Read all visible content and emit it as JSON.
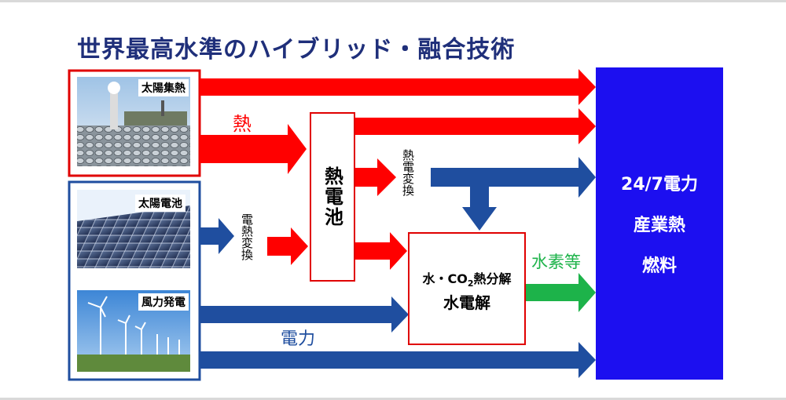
{
  "title": "世界最高水準のハイブリッド・融合技術",
  "sources": {
    "solar_thermal": "太陽集熱",
    "solar_pv": "太陽電池",
    "wind": "風力発電"
  },
  "flows": {
    "heat": "熱",
    "electricity": "電力",
    "hydrogen": "水素等",
    "thermo_electric": "熱電変換",
    "electro_thermal": "電熱変換"
  },
  "nodes": {
    "thermal_battery": "熱電池",
    "electrolysis_prefix": "水・CO",
    "electrolysis_sub": "2",
    "electrolysis_suffix": "熱分解",
    "electrolysis_title": "水電解"
  },
  "outputs": [
    "24/7電力",
    "産業熱",
    "燃料"
  ],
  "colors": {
    "heat": "#ff0000",
    "electric": "#1f4e9f",
    "hydrogen": "#1db34a",
    "output": "#1c0ff0",
    "title": "#1f2f7a"
  }
}
